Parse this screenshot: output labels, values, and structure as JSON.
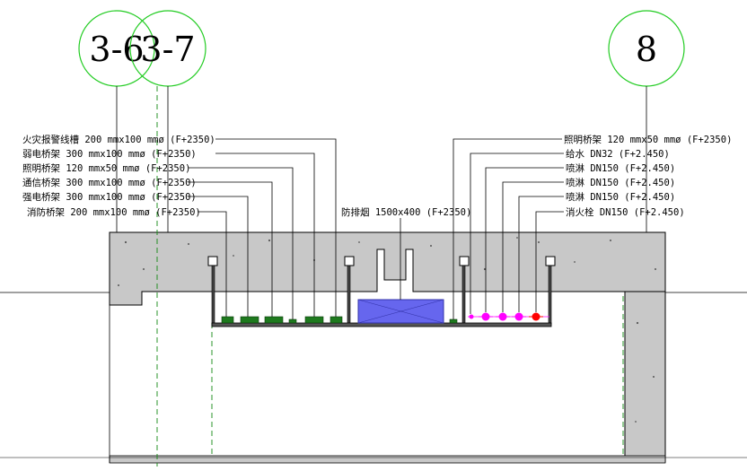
{
  "grid_axes": {
    "left_a": "3-6",
    "left_b": "3-7",
    "right": "8"
  },
  "left_labels": [
    "火灾报警线槽 200 mmx100 mmø (F+2350)",
    "弱电桥架 300 mmx100 mmø (F+2350)",
    "照明桥架 120 mmx50 mmø (F+2350)",
    "通信桥架 300 mmx100 mmø (F+2350)",
    "强电桥架 300 mmx100 mmø (F+2350)",
    "消防桥架 200 mmx100 mmø (F+2350)"
  ],
  "center_label": "防排烟 1500x400 (F+2350)",
  "right_labels": [
    "照明桥架 120 mmx50 mmø (F+2350)",
    "给水 DN32 (F+2.450)",
    "喷淋 DN150 (F+2.450)",
    "喷淋 DN150 (F+2.450)",
    "喷淋 DN150 (F+2.450)",
    "消火栓 DN150 (F+2.450)"
  ],
  "colors": {
    "concrete": "#c8c8c8",
    "axis_circle": "#22cc22",
    "tray": "#1e7a1e",
    "duct": "#6666ee",
    "sprinkler": "#ff00ff",
    "hydrant": "#ff0000",
    "center_dash": "#118811"
  }
}
